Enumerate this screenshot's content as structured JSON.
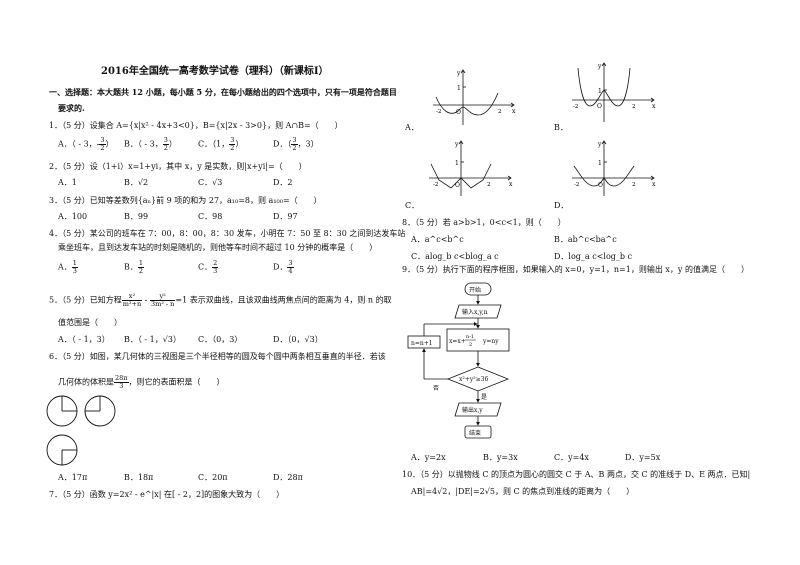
{
  "title": "2016年全国统一高考数学试卷（理科）（新课标Ⅰ）",
  "section": {
    "line1": "一、选择题：本大题共 12 小题，每小题 5 分，在每小题给出的四个选项中，只有一项是符合题目",
    "line2": "要求的."
  },
  "q1": {
    "stem": "1．（5 分）设集合 A={x|x² - 4x+3<0}，B={x|2x - 3>0}，则 A∩B=（　　）",
    "A": "A．（ - 3，-",
    "A_n": "3",
    "A_d": "2",
    "A_end": "）",
    "B": "B．（ - 3，",
    "B_n": "3",
    "B_d": "2",
    "B_end": "）",
    "C": "C．（1，",
    "C_n": "3",
    "C_d": "2",
    "C_end": "）",
    "D": "D．（",
    "D_n": "3",
    "D_d": "2",
    "D_end": "，3）"
  },
  "q2": {
    "stem": "2．（5 分）设（1+i）x=1+yi，其中 x，y 是实数，则|x+yi|=（　　）",
    "A": "A．1",
    "B": "B．√2",
    "C": "C．√3",
    "D": "D．2"
  },
  "q3": {
    "stem": "3．（5 分）已知等差数列{aₙ}前 9 项的和为 27，a₁₀=8，则 a₁₀₀=（　　）",
    "A": "A．100",
    "B": "B．99",
    "C": "C．98",
    "D": "D．97"
  },
  "q4": {
    "stem1": "4．（5 分）某公司的班车在 7：00，8：00，8：30 发车，小明在 7：50 至 8：30 之间到达发车站",
    "stem2": "乘坐班车，且到达发车站的时刻是随机的，则他等车时间不超过 10 分钟的概率是（　　）",
    "A": "A．",
    "A_n": "1",
    "A_d": "3",
    "B": "B．",
    "B_n": "1",
    "B_d": "2",
    "C": "C．",
    "C_n": "2",
    "C_d": "3",
    "D": "D．",
    "D_n": "3",
    "D_d": "4"
  },
  "q5": {
    "stem_a": "5．（5 分）已知方程",
    "f1_n": "x²",
    "f1_d": "m²+n",
    "minus": " - ",
    "f2_n": "y²",
    "f2_d": "3m² - n",
    "stem_b": "=1 表示双曲线，且该双曲线两焦点间的距离为 4，则 n 的取",
    "stem2": "值范围是（　　）",
    "A": "A．（ - 1，3）",
    "B": "B．（ - 1，√3）",
    "C": "C．（0，3）",
    "D": "D．（0，√3）"
  },
  "q6": {
    "stem1": "6．（5 分）如图，某几何体的三视图是三个半径相等的圆及每个圆中两条相互垂直的半径．若该",
    "stem2a": "几何体的体积是",
    "vol_n": "28π",
    "vol_d": "3",
    "stem2b": "，则它的表面积是（　　）",
    "A": "A．17π",
    "B": "B．18π",
    "C": "C．20π",
    "D": "D．28π"
  },
  "q7": {
    "stem": "7．（5 分）函数 y=2x² - e^|x| 在[ - 2，2]的图象大致为（　　）"
  },
  "graphs": {
    "A": "A．",
    "B": "B．",
    "C": "C．",
    "D": "D．",
    "y": "y",
    "x": "x",
    "one": "1",
    "o": "O",
    "m2": "-2",
    "p2": "2"
  },
  "q8": {
    "stem": "8．（5 分）若 a>b>1，0<c<1，则（　　）",
    "A": "A．a^c<b^c",
    "B": "B．ab^c<ba^c",
    "C": "C．alog_b c<blog_a c",
    "D": "D．log_a c<log_b c"
  },
  "q9": {
    "stem": "9．（5 分）执行下面的程序框图，如果输入的 x=0，y=1，n=1，则输出 x，y 的值满足（　　）",
    "A": "A．y=2x",
    "B": "B．y=3x",
    "C": "C．y=4x",
    "D": "D．y=5x"
  },
  "flow": {
    "start": "开始",
    "input": "输入x,y,n",
    "assign_x": "x=x+",
    "assign_n": "n-1",
    "assign_d": "2",
    "assign_y": "y=ny",
    "inc": "n=n+1",
    "cond": "x²+y²≥36",
    "no": "否",
    "yes": "是",
    "output": "输出x,y",
    "end": "结束"
  },
  "q10": {
    "line1": "10．（5 分）以抛物线 C 的顶点为圆心的圆交 C 于 A、B 两点，交 C 的准线于 D、E 两点．已知|",
    "line2": "AB|=4√2，|DE|=2√5，则 C 的焦点到准线的距离为（　　）"
  }
}
